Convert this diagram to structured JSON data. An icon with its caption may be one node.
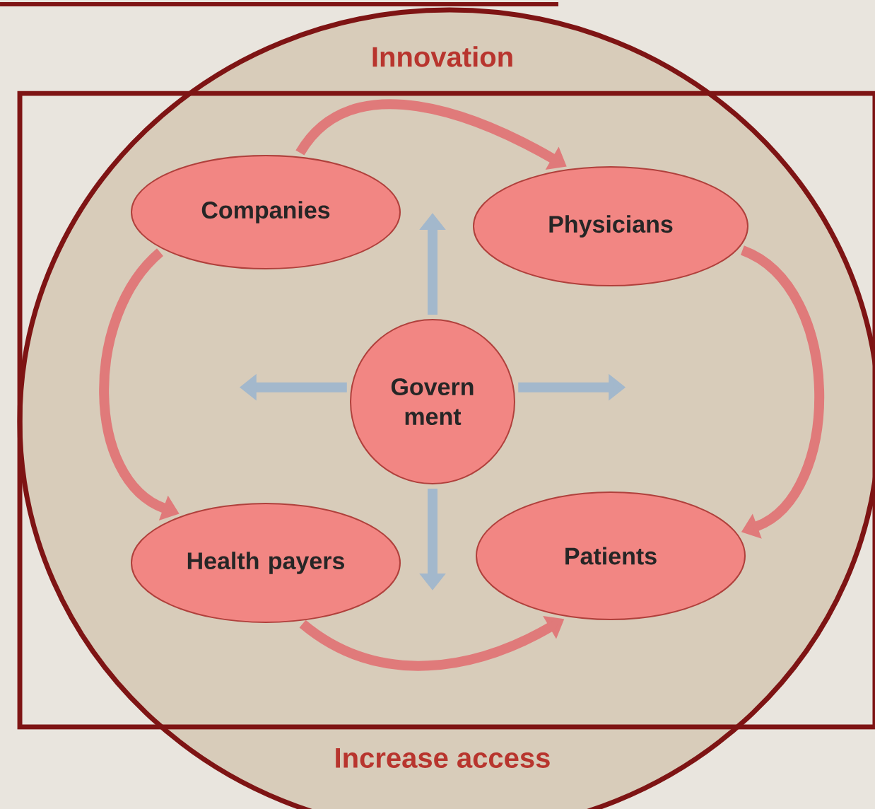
{
  "diagram": {
    "nodes": [
      {
        "text": [
          "Innovation",
          "Increase access"
        ]
      },
      {
        "text": [
          "Companies"
        ],
        "in": 0
      },
      {
        "text": [
          "Physicians"
        ],
        "in": 0
      },
      {
        "text": [
          "Govern ment"
        ],
        "in": 0
      },
      {
        "text": [
          "Health payers"
        ],
        "in": 0
      },
      {
        "text": [
          "Patients"
        ],
        "in": 0
      }
    ],
    "edges": [
      {
        "from": 1,
        "to": 2,
        "arrow": "to",
        "color": "#e07a7a"
      },
      {
        "from": 2,
        "to": 5,
        "arrow": "to",
        "color": "#e07a7a"
      },
      {
        "from": 4,
        "to": 5,
        "arrow": "to",
        "color": "#e07a7a"
      },
      {
        "from": 1,
        "to": 4,
        "arrow": "to",
        "color": "#e07a7a"
      },
      {
        "from": 3,
        "to": null,
        "arrow": "to",
        "color": "#a3b8cc"
      },
      {
        "from": 3,
        "to": null,
        "arrow": "to",
        "color": "#a3b8cc"
      },
      {
        "from": 3,
        "to": null,
        "arrow": "to",
        "color": "#a3b8cc"
      },
      {
        "from": 3,
        "to": null,
        "arrow": "to",
        "color": "#a3b8cc"
      }
    ]
  }
}
